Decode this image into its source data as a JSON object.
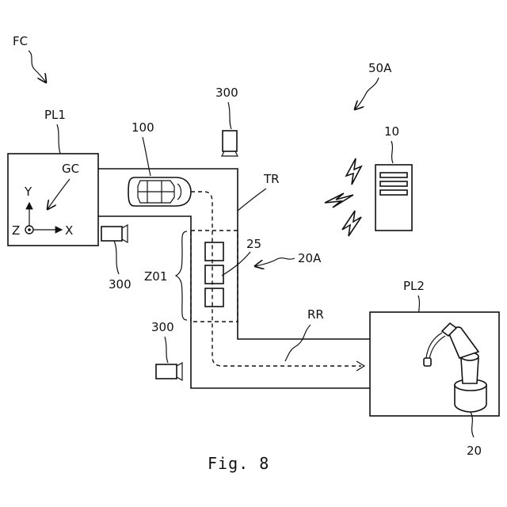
{
  "labels": {
    "fc": "FC",
    "pl1": "PL1",
    "gc": "GC",
    "axis_y": "Y",
    "axis_x": "X",
    "axis_z": "Z",
    "vehicle": "100",
    "camera_top": "300",
    "camera_left": "300",
    "camera_bottom": "300",
    "tr": "TR",
    "ref25": "25",
    "ref20a": "20A",
    "z01": "Z01",
    "rr": "RR",
    "pl2": "PL2",
    "robot": "20",
    "ref50a": "50A",
    "server": "10"
  },
  "caption": "Fig. 8"
}
